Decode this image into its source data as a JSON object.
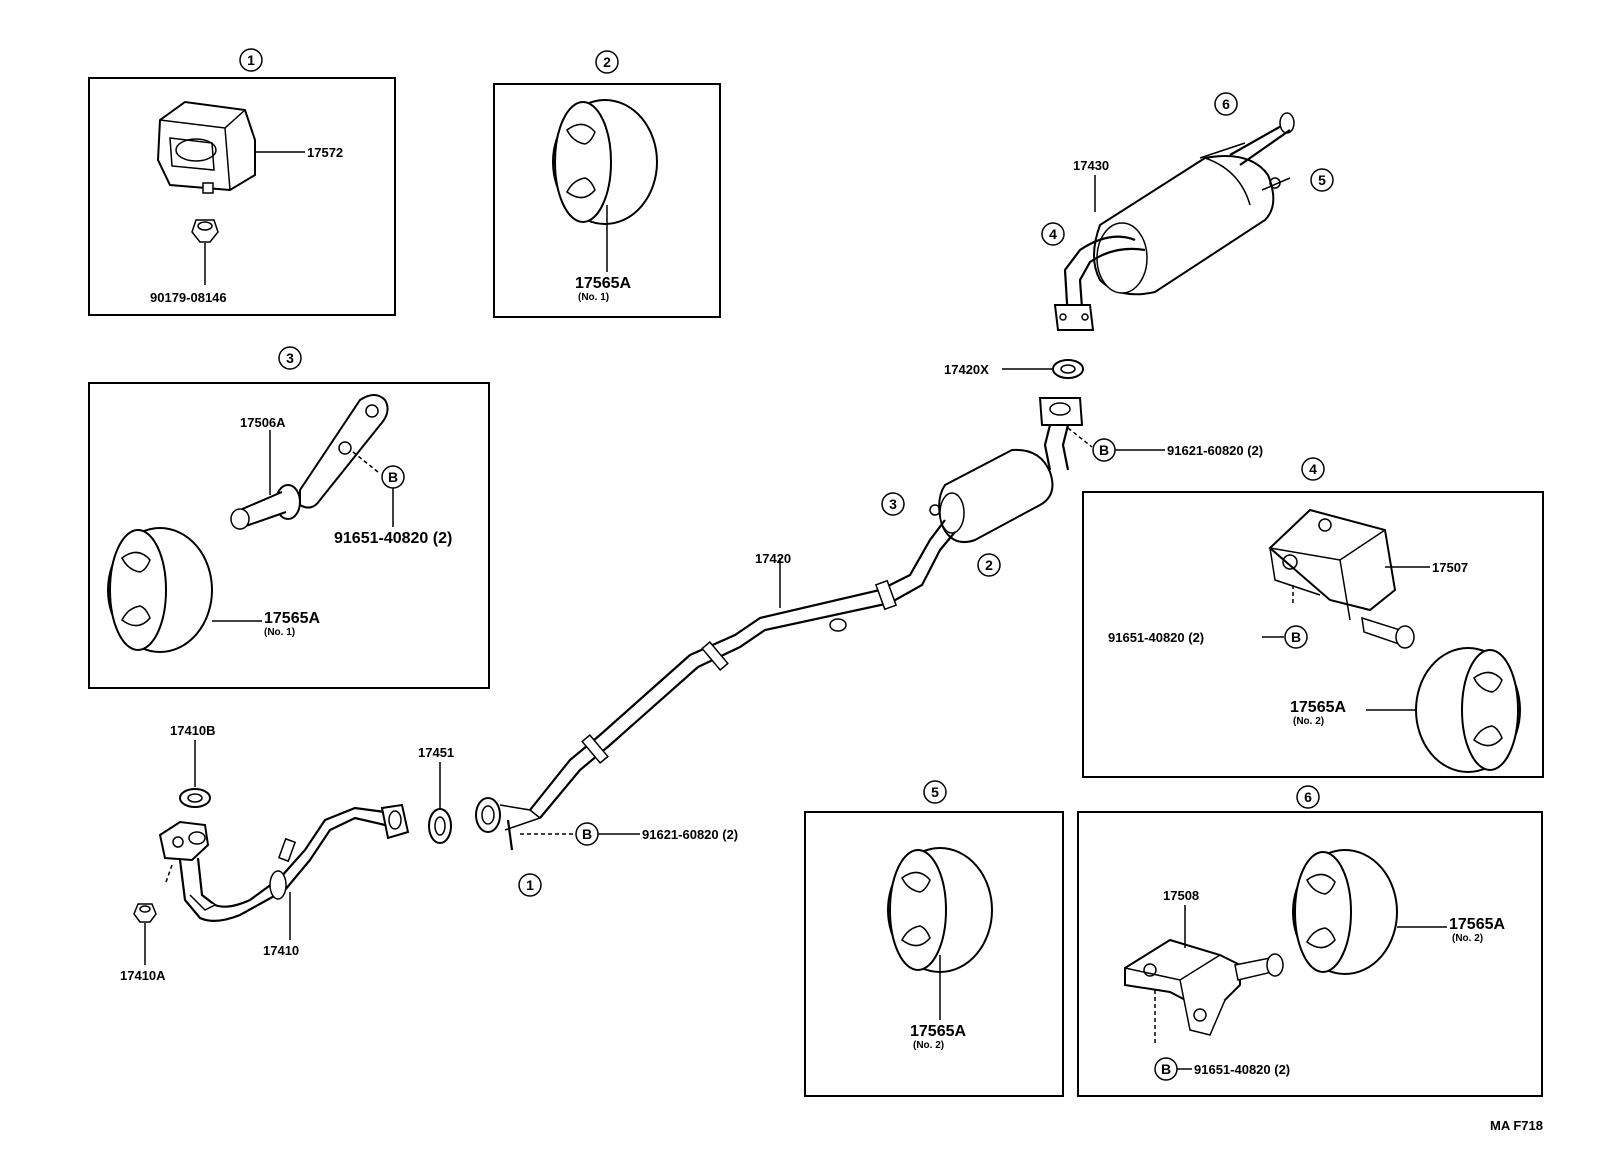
{
  "diagram_code": "MA F718",
  "callouts": {
    "c1": "1",
    "c2": "2",
    "c3": "3",
    "c4": "4",
    "c5": "5",
    "c6": "6",
    "bolt": "B"
  },
  "parts": {
    "p17572": "17572",
    "p90179": "90179-08146",
    "p17565A": "17565A",
    "no1": "(No. 1)",
    "no2": "(No. 2)",
    "p17506A": "17506A",
    "p91651": "91651-40820 (2)",
    "p91651_a": "91651-40820 (2)",
    "p91621": "91621-60820 (2)",
    "p17430": "17430",
    "p17420X": "17420X",
    "p17420": "17420",
    "p17507": "17507",
    "p17410B": "17410B",
    "p17451": "17451",
    "p17410": "17410",
    "p17410A": "17410A",
    "p17508": "17508"
  }
}
